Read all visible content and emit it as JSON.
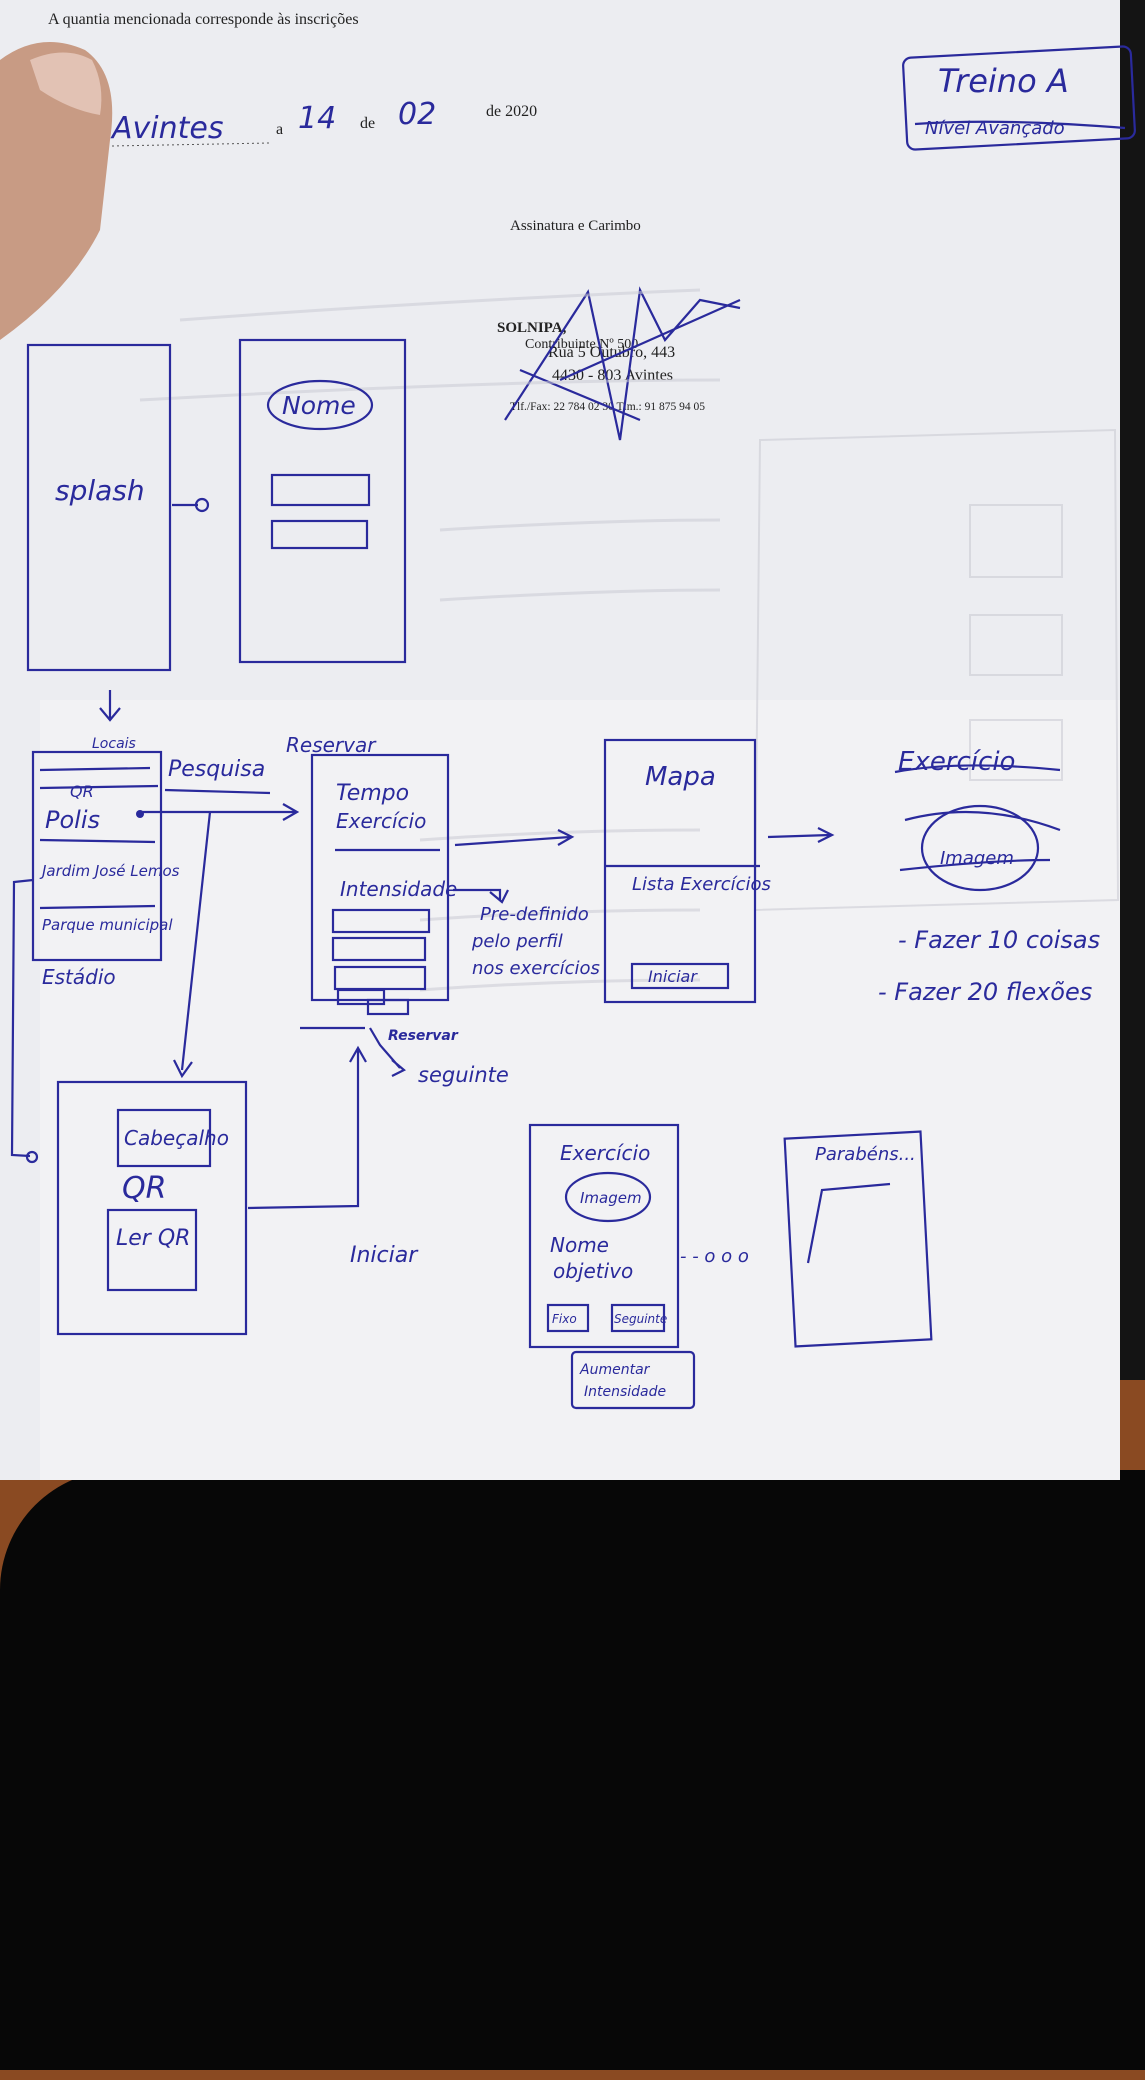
{
  "document": {
    "header_line": "A quantia mencionada corresponde às inscrições",
    "place": "Avintes",
    "day": "14",
    "month": "02",
    "year_text": "de 2020",
    "connector_a": "a",
    "connector_de": "de",
    "signature_label": "Assinatura e Carimbo",
    "stamp": {
      "company": "SOLNIPA,",
      "contributor": "Contribuinte Nº 500",
      "street": "Rua 5 Outubro, 443",
      "postcode": "4430 - 803 Avintes",
      "phones": "Tlf./Fax: 22 784 02 30 Tlm.: 91 875 94 05"
    }
  },
  "sketch": {
    "title_box": {
      "title": "Treino A",
      "struck": "Nível Avançado"
    },
    "screens": {
      "splash": {
        "label": "splash"
      },
      "login": {
        "label": "Nome"
      },
      "list": {
        "top": "Locais",
        "items": [
          "QR",
          "Polis",
          "Jardim José Lemos",
          "Parque municipal"
        ],
        "below": "Estádio",
        "search_label": "Pesquisa",
        "reserve_label": "Reservar"
      },
      "config": {
        "fields": [
          "Tempo",
          "Exercício",
          "Intensidade"
        ],
        "note": [
          "Pre-definido",
          "pelo perfil",
          "nos exercícios"
        ],
        "buttons_label": "Reservar",
        "next_label": "seguinte"
      },
      "map": {
        "title": "Mapa",
        "list_label": "Lista Exercícios",
        "button": "Iniciar"
      },
      "exercise_notes": {
        "title": "Exercício",
        "image": "Imagem",
        "items": [
          "- Fazer 10 coisas",
          "- Fazer 20 flexões"
        ]
      },
      "qr": {
        "top": "Cabeçalho",
        "label": "QR",
        "button": "Ler QR"
      },
      "start_label": "Iniciar",
      "exercise": {
        "title": "Exercício",
        "image": "Imagem",
        "lines": [
          "Nome",
          "objetivo"
        ],
        "buttons": [
          "Fixo",
          "Seguinte"
        ],
        "extra": [
          "Aumentar",
          "Intensidade"
        ],
        "ellipsis": "- - o o o"
      },
      "congrats": {
        "label": "Parabéns..."
      }
    }
  }
}
